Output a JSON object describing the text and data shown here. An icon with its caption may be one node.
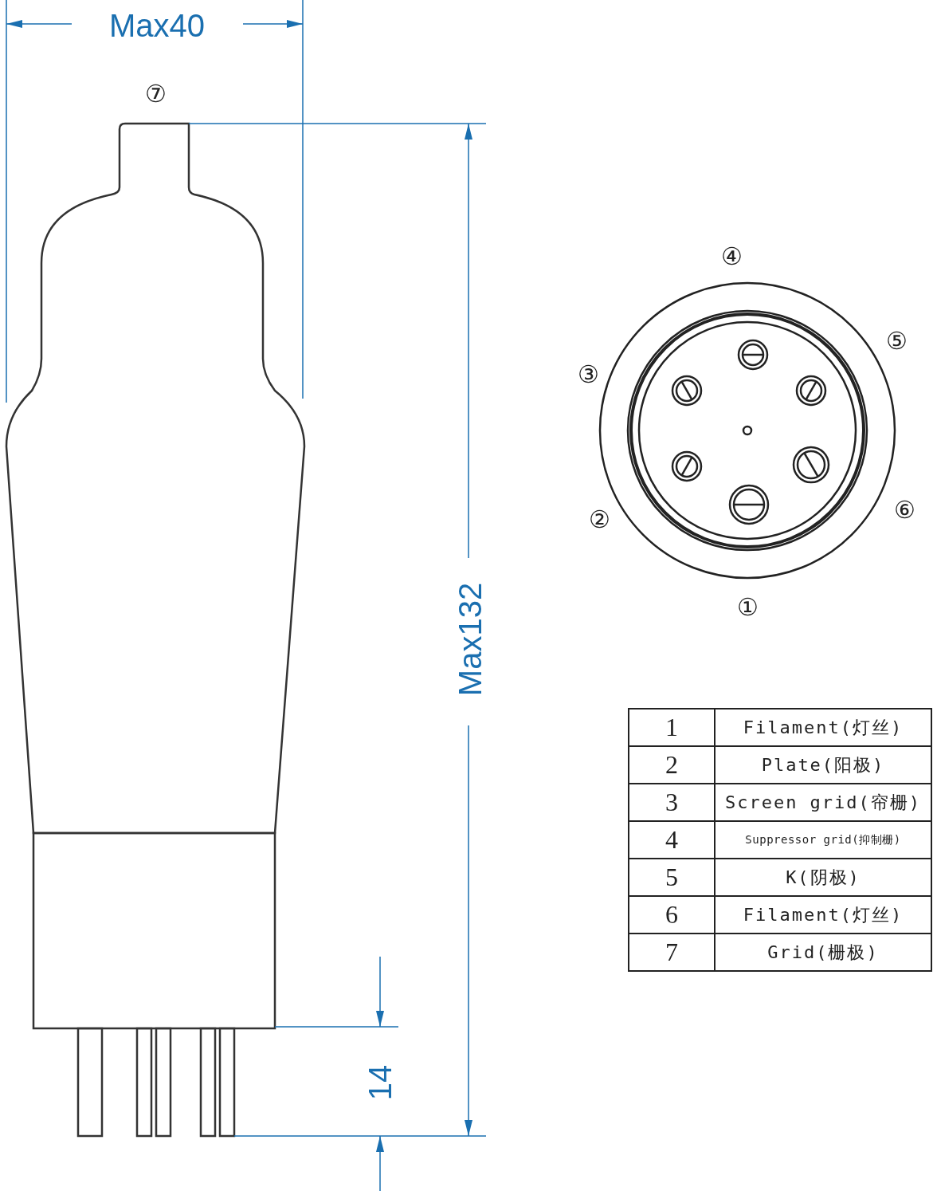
{
  "diagram": {
    "labels": [
      "Max40",
      "⑦",
      "④",
      "⑤",
      "③",
      "②",
      "⑥",
      "①",
      "Max132",
      "1",
      "Filament(灯丝)",
      "2",
      "Plate(阳极)",
      "3",
      "Screen grid(帘栅)",
      "4",
      "Suppressor grid(抑制栅)",
      "5",
      "K(阴极)",
      "6",
      "Filament(灯丝)",
      "7",
      "Grid(栅极)",
      "14"
    ]
  }
}
